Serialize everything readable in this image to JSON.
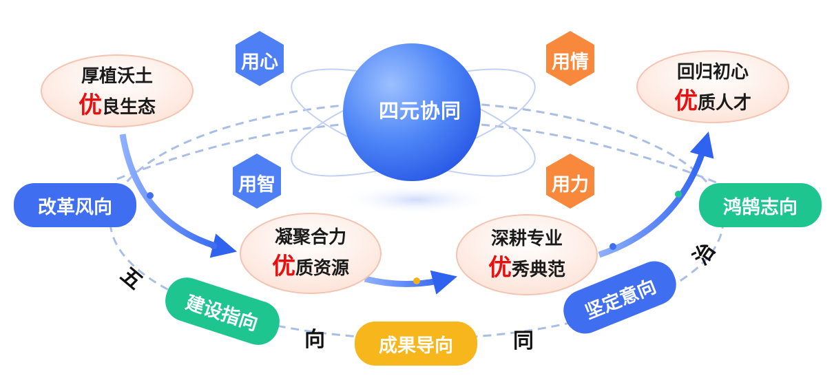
{
  "center": {
    "label": "四元协同"
  },
  "hexagons": [
    {
      "label": "用心",
      "color": "#4f7ff5"
    },
    {
      "label": "用情",
      "color": "#f8893c"
    },
    {
      "label": "用智",
      "color": "#4f7ff5"
    },
    {
      "label": "用力",
      "color": "#f8893c"
    }
  ],
  "stages": [
    {
      "line1": "厚植沃土",
      "highlight": "优",
      "rest": "良生态"
    },
    {
      "line1": "凝聚合力",
      "highlight": "优",
      "rest": "质资源"
    },
    {
      "line1": "深耕专业",
      "highlight": "优",
      "rest": "秀典范"
    },
    {
      "line1": "回归初心",
      "highlight": "优",
      "rest": "质人才"
    }
  ],
  "directions": [
    {
      "label": "改革风向",
      "color": "#3f6ff0"
    },
    {
      "label": "建设指向",
      "color": "#1ec58f"
    },
    {
      "label": "成果导向",
      "color": "#f7b71c"
    },
    {
      "label": "坚定意向",
      "color": "#3f6ff0"
    },
    {
      "label": "鸿鹄志向",
      "color": "#1ec58f"
    }
  ],
  "ring_text": [
    "五",
    "向",
    "同",
    "治"
  ],
  "colors": {
    "blue": "#3f6ff0",
    "orange": "#f8893c",
    "red": "#e80f0f",
    "ring": "#a9bde6"
  }
}
